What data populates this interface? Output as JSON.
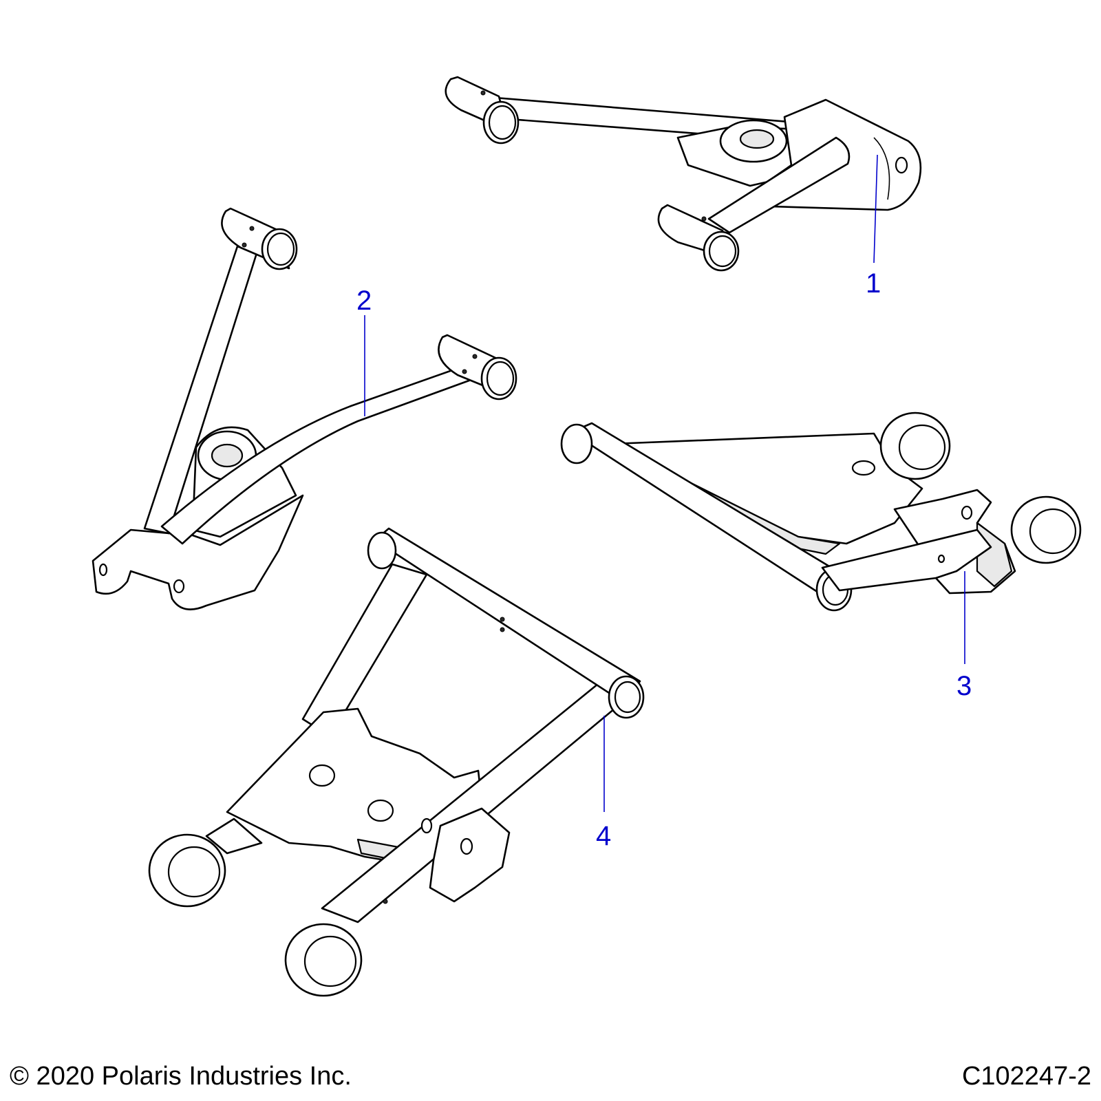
{
  "callouts": [
    {
      "id": "1",
      "label": "1"
    },
    {
      "id": "2",
      "label": "2"
    },
    {
      "id": "3",
      "label": "3"
    },
    {
      "id": "4",
      "label": "4"
    }
  ],
  "footer": {
    "copyright": "© 2020 Polaris Industries Inc.",
    "drawing_number": "C102247-2"
  },
  "colors": {
    "callout": "#0000cc",
    "line": "#000000",
    "background": "#ffffff"
  }
}
